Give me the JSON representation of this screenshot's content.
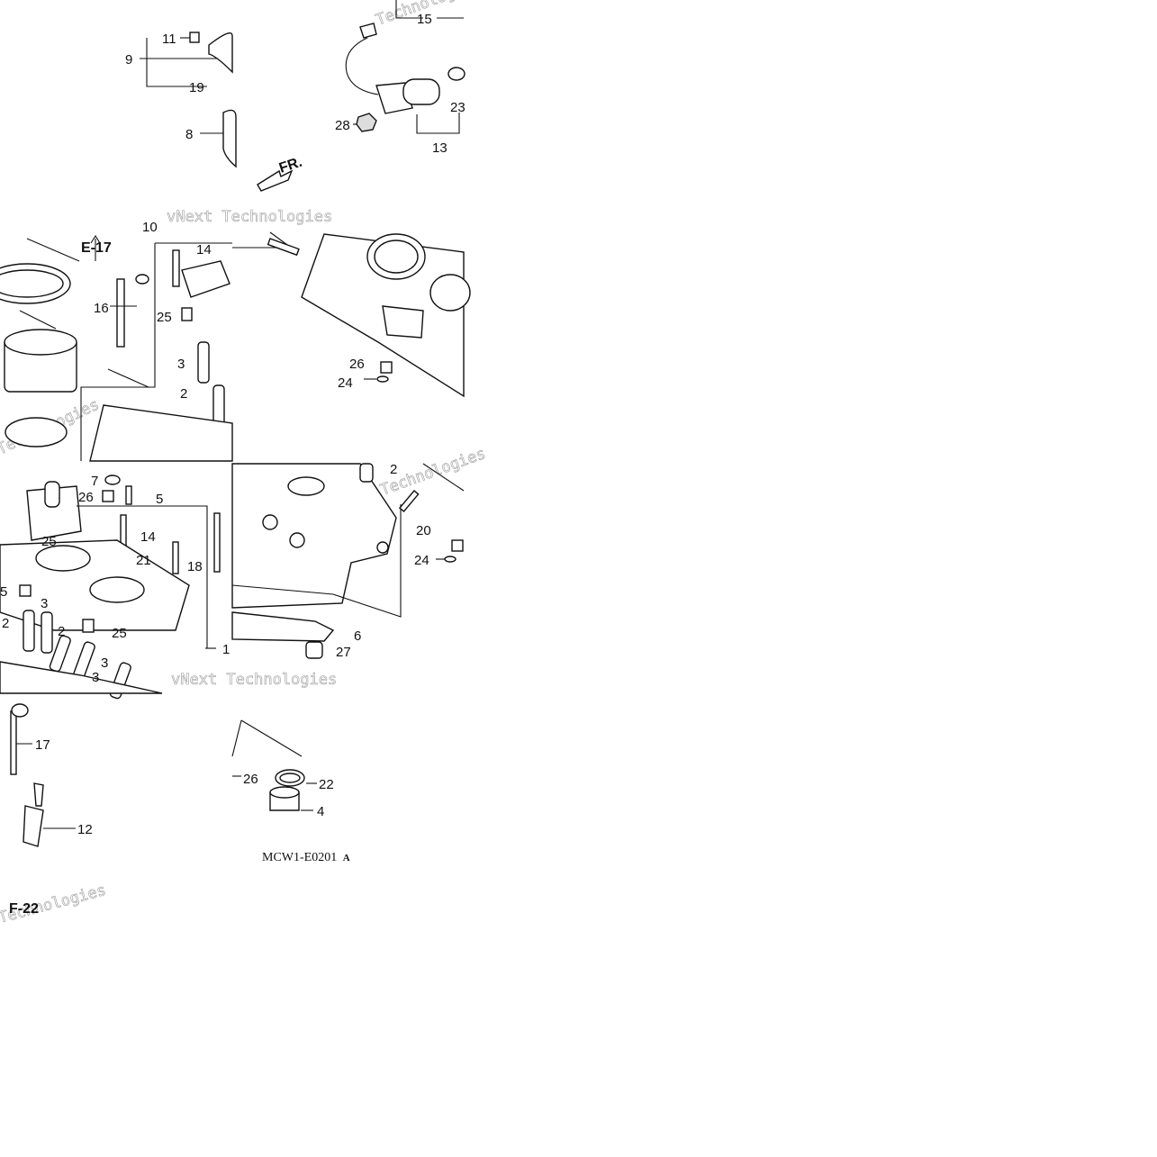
{
  "diagram": {
    "figure_code": "MCW1-E0201",
    "figure_suffix": "A",
    "direction_label": "FR.",
    "refs": [
      "E-17",
      "F-22"
    ],
    "watermark": [
      "vNext Technologies",
      "Technologies"
    ],
    "callouts": [
      "1",
      "2",
      "3",
      "4",
      "5",
      "6",
      "7",
      "8",
      "9",
      "10",
      "11",
      "12",
      "13",
      "14",
      "15",
      "16",
      "17",
      "18",
      "19",
      "20",
      "21",
      "22",
      "23",
      "24",
      "25",
      "26",
      "27",
      "28"
    ]
  }
}
